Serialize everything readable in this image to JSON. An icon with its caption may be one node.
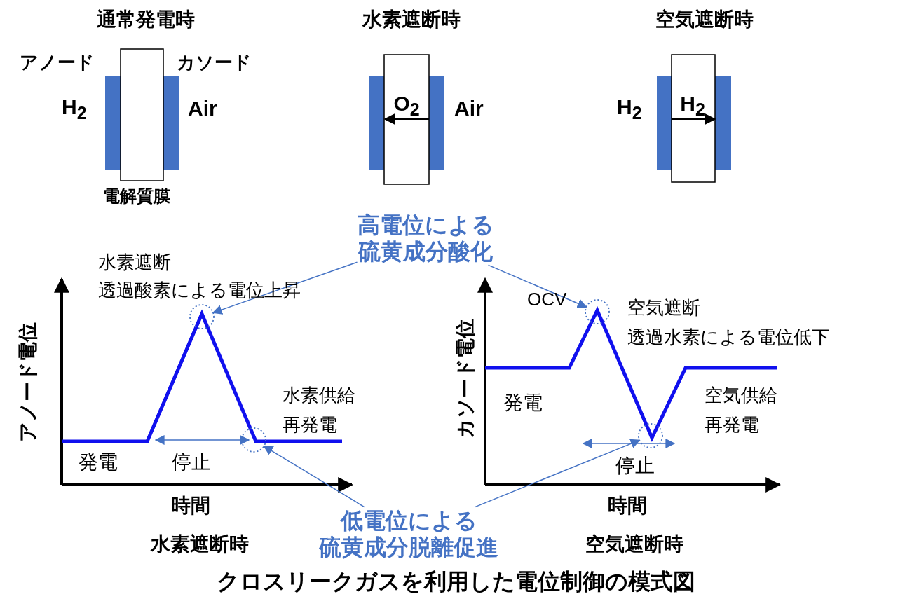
{
  "diagram": {
    "caption": "クロスリークガスを利用した電位制御の模式図",
    "nodes": [
      {
        "text": [
          "高電位による硫黄成分酸化"
        ]
      },
      {
        "text": [],
        "shape": "circle",
        "beside": [
          "水素遮断",
          "透過酸素による電位上昇"
        ]
      },
      {
        "text": [],
        "shape": "circle",
        "beside": [
          "OCV",
          "空気遮断",
          "透過水素による電位低下"
        ]
      },
      {
        "text": [],
        "shape": "circle",
        "beside": [
          "水素供給",
          "再発電"
        ]
      },
      {
        "text": [],
        "shape": "circle",
        "beside": [
          "空気供給",
          "再発電"
        ]
      },
      {
        "text": [
          "低電位による硫黄成分脱離促進"
        ]
      }
    ],
    "edges": [
      {
        "from": 0,
        "to": 1,
        "arrow": "to"
      },
      {
        "from": 0,
        "to": 2,
        "arrow": "to"
      },
      {
        "from": 5,
        "to": 3,
        "arrow": "to"
      },
      {
        "from": 5,
        "to": 4,
        "arrow": "to"
      }
    ],
    "labels": [
      "通常発電時",
      "水素遮断時",
      "空気遮断時",
      "アノード",
      "カソード",
      "H$_{2}$",
      "Air",
      "電解質膜",
      "O$_{2}$",
      "Air",
      "H$_{2}$",
      "H$_{2}$",
      "アノード電位",
      "発電",
      "停止",
      "カソード電位",
      "発電",
      "停止",
      "時間",
      "時間",
      "水素遮断時",
      "空気遮断時"
    ]
  }
}
